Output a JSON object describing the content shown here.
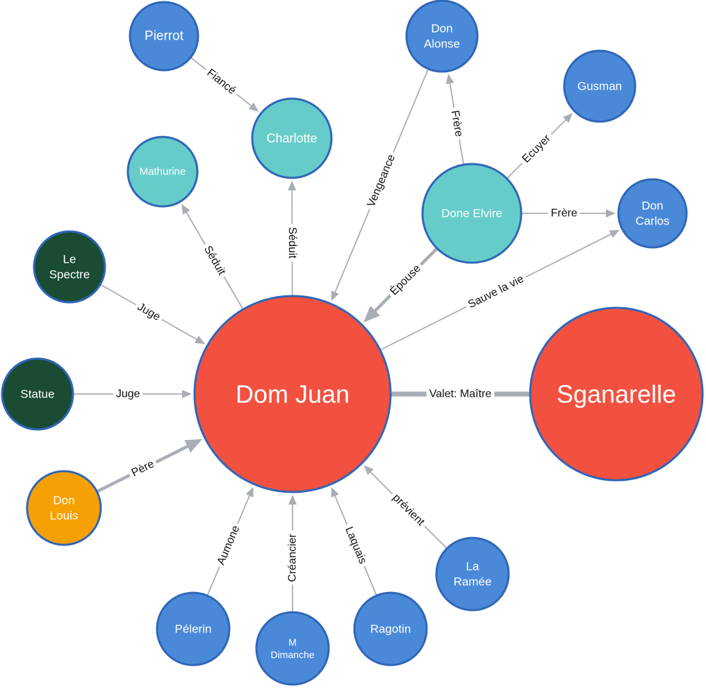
{
  "colors": {
    "protagonist": "#f25140",
    "servant_blue": "#4a89d8",
    "teal": "#66ccca",
    "dark_green": "#1a4b33",
    "orange": "#f5a003",
    "edge": "#a9adb6",
    "node_border": "#2f66b8"
  },
  "nodes": [
    {
      "id": "dom-juan",
      "label": "Dom Juan",
      "color": "protagonist"
    },
    {
      "id": "sganarelle",
      "label": "Sganarelle",
      "color": "protagonist"
    },
    {
      "id": "pierrot",
      "label": "Pierrot",
      "color": "servant_blue"
    },
    {
      "id": "charlotte",
      "label": "Charlotte",
      "color": "teal"
    },
    {
      "id": "mathurine",
      "label": "Mathurine",
      "color": "teal"
    },
    {
      "id": "don-alonse",
      "label": "Don\nAlonse",
      "color": "servant_blue"
    },
    {
      "id": "gusman",
      "label": "Gusman",
      "color": "servant_blue"
    },
    {
      "id": "done-elvire",
      "label": "Done Elvire",
      "color": "teal"
    },
    {
      "id": "don-carlos",
      "label": "Don\nCarlos",
      "color": "servant_blue"
    },
    {
      "id": "le-spectre",
      "label": "Le\nSpectre",
      "color": "dark_green"
    },
    {
      "id": "statue",
      "label": "Statue",
      "color": "dark_green"
    },
    {
      "id": "don-louis",
      "label": "Don\nLouis",
      "color": "orange"
    },
    {
      "id": "pelerin",
      "label": "Pélerin",
      "color": "servant_blue"
    },
    {
      "id": "m-dimanche",
      "label": "M\nDimanche",
      "color": "servant_blue"
    },
    {
      "id": "ragotin",
      "label": "Ragotin",
      "color": "servant_blue"
    },
    {
      "id": "la-ramee",
      "label": "La\nRamée",
      "color": "servant_blue"
    }
  ],
  "edges": [
    {
      "source": "pierrot",
      "target": "charlotte",
      "label": "Fiancé",
      "arrow": true
    },
    {
      "source": "dom-juan",
      "target": "charlotte",
      "label": "Séduit",
      "arrow": true
    },
    {
      "source": "dom-juan",
      "target": "mathurine",
      "label": "Séduit",
      "arrow": true
    },
    {
      "source": "don-alonse",
      "target": "dom-juan",
      "label": "Vengeance",
      "arrow": true
    },
    {
      "source": "done-elvire",
      "target": "don-alonse",
      "label": "Frère",
      "arrow": true
    },
    {
      "source": "done-elvire",
      "target": "gusman",
      "label": "Ecuyer",
      "arrow": true
    },
    {
      "source": "done-elvire",
      "target": "don-carlos",
      "label": "Frère",
      "arrow": true
    },
    {
      "source": "done-elvire",
      "target": "dom-juan",
      "label": "Épouse",
      "arrow": true,
      "weight": "heavy"
    },
    {
      "source": "dom-juan",
      "target": "don-carlos",
      "label": "Sauve la vie",
      "arrow": true
    },
    {
      "source": "le-spectre",
      "target": "dom-juan",
      "label": "Juge",
      "arrow": true
    },
    {
      "source": "statue",
      "target": "dom-juan",
      "label": "Juge",
      "arrow": true
    },
    {
      "source": "don-louis",
      "target": "dom-juan",
      "label": "Père",
      "arrow": true,
      "weight": "heavy"
    },
    {
      "source": "pelerin",
      "target": "dom-juan",
      "label": "Aumone",
      "arrow": true
    },
    {
      "source": "m-dimanche",
      "target": "dom-juan",
      "label": "Créancier",
      "arrow": true
    },
    {
      "source": "ragotin",
      "target": "dom-juan",
      "label": "Laquais",
      "arrow": true
    },
    {
      "source": "la-ramee",
      "target": "dom-juan",
      "label": "prévient",
      "arrow": true
    },
    {
      "source": "dom-juan",
      "target": "sganarelle",
      "label": "Valet: Maître",
      "arrow": false,
      "weight": "bold"
    }
  ]
}
